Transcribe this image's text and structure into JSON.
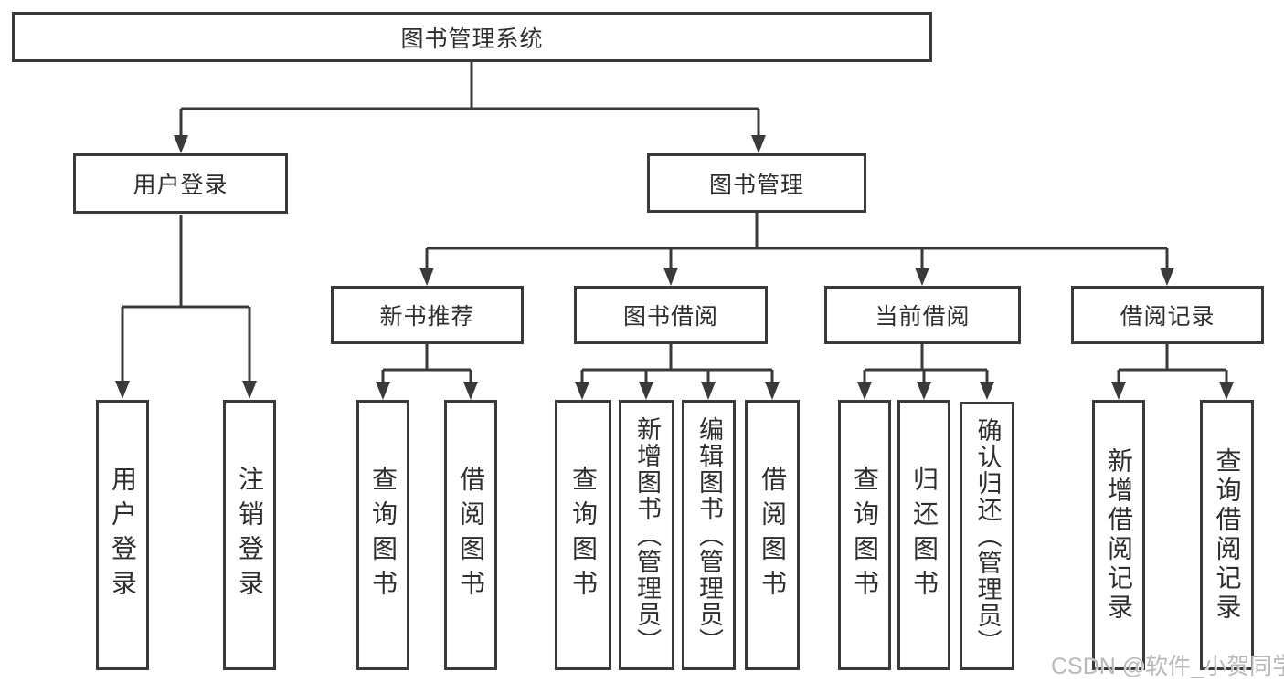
{
  "colors": {
    "line": "#3a3a3a",
    "text": "#2e2e2e",
    "background": "#ffffff",
    "watermark": "#b9b9b9"
  },
  "tree": {
    "root": {
      "label": "图书管理系统"
    },
    "branches": [
      {
        "label": "用户登录",
        "children": [
          {
            "label": "用户登录"
          },
          {
            "label": "注销登录"
          }
        ]
      },
      {
        "label": "图书管理",
        "sections": [
          {
            "label": "新书推荐",
            "children": [
              {
                "label": "查询图书"
              },
              {
                "label": "借阅图书"
              }
            ]
          },
          {
            "label": "图书借阅",
            "children": [
              {
                "label": "查询图书"
              },
              {
                "label": "新增图书（管理员）"
              },
              {
                "label": "编辑图书（管理员）"
              },
              {
                "label": "借阅图书"
              }
            ]
          },
          {
            "label": "当前借阅",
            "children": [
              {
                "label": "查询图书"
              },
              {
                "label": "归还图书"
              },
              {
                "label": "确认归还（管理员）"
              }
            ]
          },
          {
            "label": "借阅记录",
            "children": [
              {
                "label": "新增借阅记录"
              },
              {
                "label": "查询借阅记录"
              }
            ]
          }
        ]
      }
    ]
  },
  "watermark": {
    "text": "CSDN @软件_小贺同学"
  }
}
